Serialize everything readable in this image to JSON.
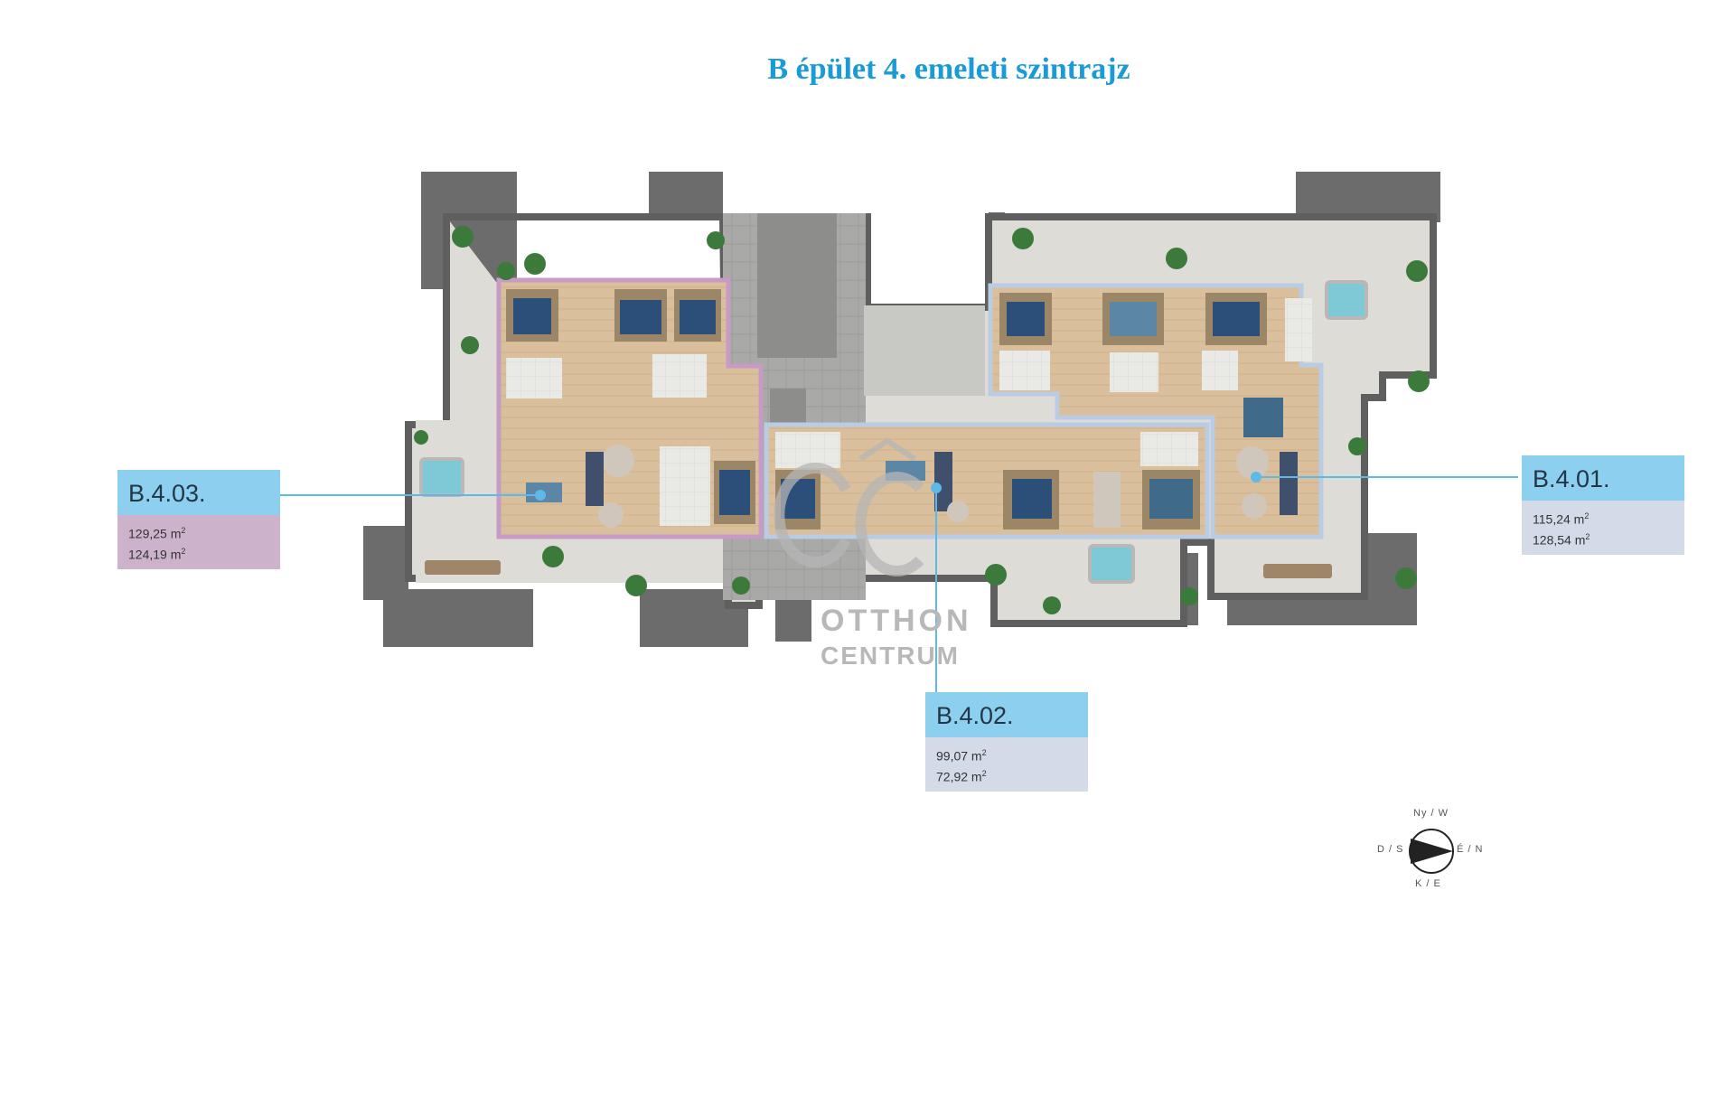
{
  "title": "B épület 4. emeleti szintrajz",
  "units": [
    {
      "id": "B.4.03.",
      "area_1": "129,25 m",
      "area_2": "124,19 m",
      "unit_sup": "2",
      "color": "#cdb2cc"
    },
    {
      "id": "B.4.02.",
      "area_1": "99,07 m",
      "area_2": "72,92 m",
      "unit_sup": "2",
      "color": "#d3dbe9"
    },
    {
      "id": "B.4.01.",
      "area_1": "115,24 m",
      "area_2": "128,54 m",
      "unit_sup": "2",
      "color": "#d3dbe9"
    }
  ],
  "watermark": {
    "logo": "OC",
    "line1": "OTTHON",
    "line2": "CENTRUM"
  },
  "compass": {
    "top": "Ny / W",
    "left": "D / S",
    "right": "É / N",
    "bottom": "K / E"
  },
  "colors": {
    "header": "#8ccfee",
    "title": "#1a9ad6",
    "unit1_outline": "#c79bc5",
    "unit_outline": "#b9cce4",
    "leader": "#5fb8e6"
  }
}
